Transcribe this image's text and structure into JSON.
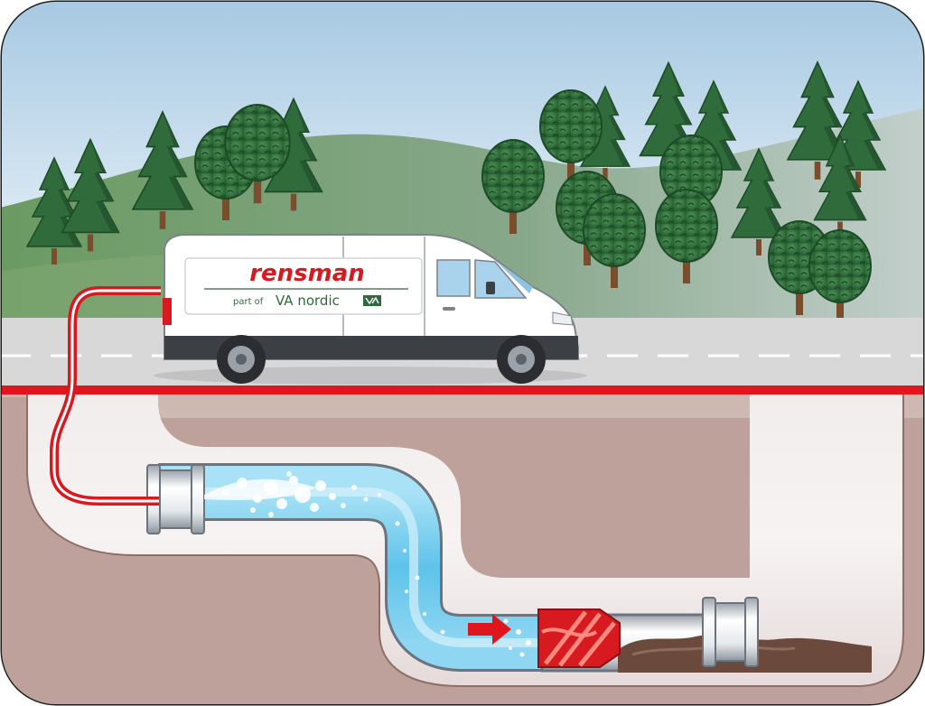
{
  "van": {
    "brand": "rensman",
    "tagline_prefix": "part of",
    "tagline_company": "VA nordic"
  },
  "colors": {
    "sky_top": "#a9cbe4",
    "sky_bottom": "#eef5fb",
    "hill": "#7a9f73",
    "road": "#d9d9da",
    "road_edge_red": "#e0161e",
    "soil": "#bda19a",
    "soil_dark": "#8f6e66",
    "trench_inner": "#ffffff",
    "pipe_water": "#5fc3ea",
    "hose_red": "#d71920",
    "rensman_red": "#d71920",
    "va_green": "#2e6a3d",
    "tree_dark": "#2f6b3b",
    "tree_round": "#3a7a44"
  }
}
